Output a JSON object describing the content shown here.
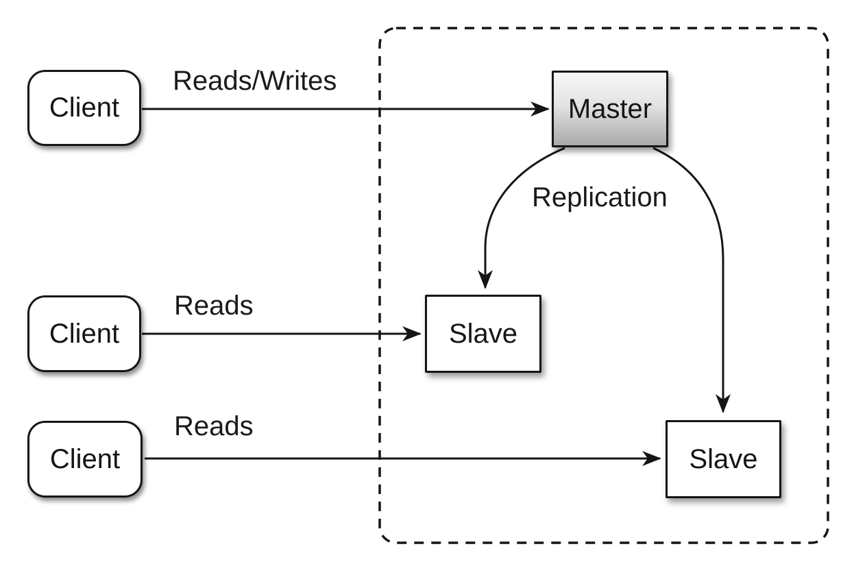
{
  "diagram": {
    "nodes": {
      "clients": [
        {
          "label": "Client"
        },
        {
          "label": "Client"
        },
        {
          "label": "Client"
        }
      ],
      "master": {
        "label": "Master"
      },
      "slaves": [
        {
          "label": "Slave"
        },
        {
          "label": "Slave"
        }
      ]
    },
    "edge_labels": {
      "client1_to_master": "Reads/Writes",
      "client2_to_slave1": "Reads",
      "client3_to_slave2": "Reads",
      "master_to_slaves": "Replication"
    },
    "colors": {
      "stroke": "#151515",
      "node_fill": "#ffffff",
      "master_gradient_top": "#f7f7f7",
      "master_gradient_bottom": "#a9a9a9",
      "boundary_stroke": "#151515",
      "background": "#ffffff"
    }
  }
}
